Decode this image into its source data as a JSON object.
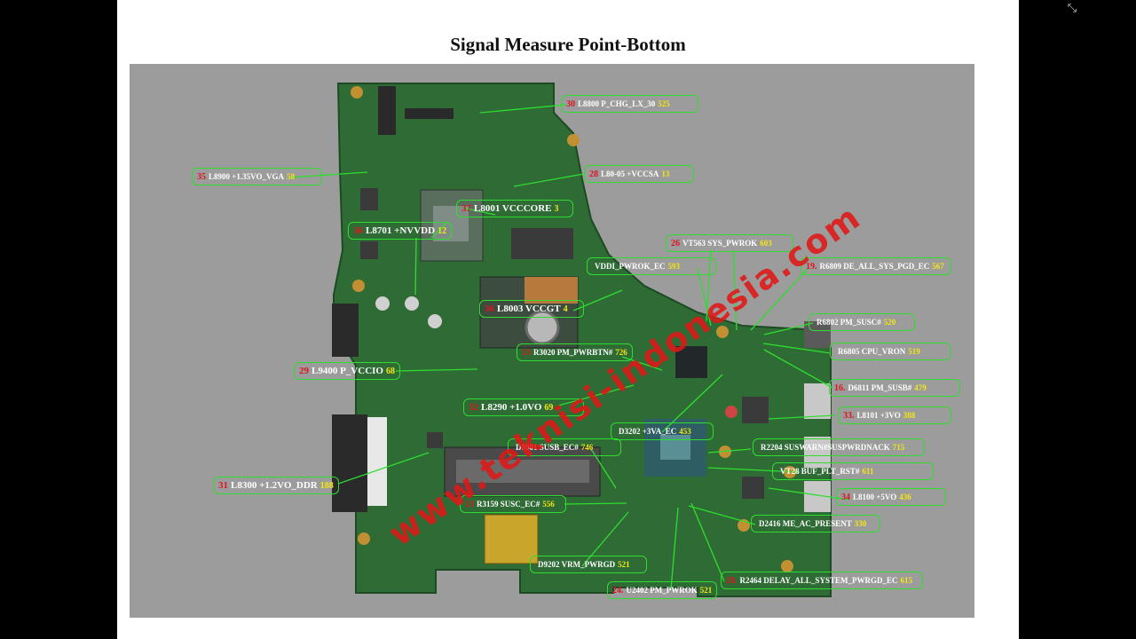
{
  "title": "Signal Measure Point-Bottom",
  "watermark": "www.teknisi-indonesia.com",
  "toolbar": {
    "fullscreen_icon": "collapse-fullscreen-icon"
  },
  "colors": {
    "callout_border": "#2fdd2f",
    "number": "#e0141e",
    "value": "#f3e614",
    "board": "#2e6d34",
    "watermark": "#e01818"
  },
  "labels": [
    {
      "num": "30",
      "text": "L8800 P_CHG_LX_30",
      "value": "525"
    },
    {
      "num": "35",
      "text": "L8900 +1.35VO_VGA",
      "value": "58"
    },
    {
      "num": "28",
      "text": "L80-05 +VCCSA",
      "value": "13"
    },
    {
      "num": "37",
      "text": "L8001 VCCCORE",
      "value": "3"
    },
    {
      "num": "36",
      "text": "L8701 +NVVDD",
      "value": "12"
    },
    {
      "num": "26",
      "text": "VT563 SYS_PWROK",
      "value": "603"
    },
    {
      "num": "",
      "text": "VDDI_PWROK_EC",
      "value": "593"
    },
    {
      "num": "19.",
      "text": "R6809 DE_ALL_SYS_PGD_EC",
      "value": "567"
    },
    {
      "num": "36",
      "text": "L8003 VCCGT",
      "value": "4"
    },
    {
      "num": "",
      "text": "R6802 PM_SUSC#",
      "value": "520"
    },
    {
      "num": "13",
      "text": "R3020 PM_PWRBTN#",
      "value": "726"
    },
    {
      "num": "",
      "text": "R6805 CPU_VRON",
      "value": "519"
    },
    {
      "num": "29",
      "text": "L9400 P_VCCIO",
      "value": "68"
    },
    {
      "num": "16.",
      "text": "D6811 PM_SUSB#",
      "value": "479"
    },
    {
      "num": "32",
      "text": "L8290 +1.0VO",
      "value": "69"
    },
    {
      "num": "33.",
      "text": "L8101 +3VO",
      "value": "388"
    },
    {
      "num": "",
      "text": "D3202 +3VA_EC",
      "value": "453"
    },
    {
      "num": "",
      "text": "D9801 SUSB_EC#",
      "value": "746"
    },
    {
      "num": "",
      "text": "R2204 SUSWARN#SUSPWRDNACK",
      "value": "715"
    },
    {
      "num": "31",
      "text": "L8300 +1.2VO_DDR",
      "value": "188"
    },
    {
      "num": "",
      "text": "VT28 BUF_PLT_RST#",
      "value": "611"
    },
    {
      "num": "13",
      "text": "R3159 SUSC_EC#",
      "value": "556"
    },
    {
      "num": "34",
      "text": "L8100 +5VO",
      "value": "436"
    },
    {
      "num": "",
      "text": "D2416 ME_AC_PRESENT",
      "value": "330"
    },
    {
      "num": "",
      "text": "D9202 VRM_PWRGD",
      "value": "521"
    },
    {
      "num": "20.",
      "text": "R2464 DELAY_ALL_SYSTEM_PWRGD_EC",
      "value": "615"
    },
    {
      "num": "24.",
      "text": "U2402 PM_PWROK",
      "value": "521"
    }
  ]
}
